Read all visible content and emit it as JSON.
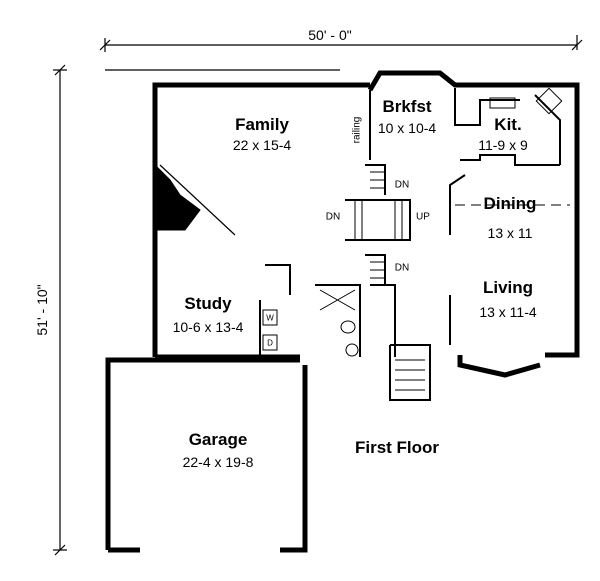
{
  "plan": {
    "title": "First Floor",
    "overall_width": "50' - 0\"",
    "overall_depth": "51' - 10\"",
    "rooms": [
      {
        "name": "Family",
        "size": "22 x 15-4"
      },
      {
        "name": "Brkfst",
        "size": "10 x 10-4"
      },
      {
        "name": "Kit.",
        "size": "11-9 x 9"
      },
      {
        "name": "Dining",
        "size": "13 x 11"
      },
      {
        "name": "Living",
        "size": "13 x 11-4"
      },
      {
        "name": "Study",
        "size": "10-6 x 13-4"
      },
      {
        "name": "Garage",
        "size": "22-4 x 19-8"
      }
    ],
    "annotations": {
      "railing": "railing",
      "stair_dn_1": "DN",
      "stair_dn_2": "DN",
      "stair_up": "UP",
      "stair_dn_3": "DN",
      "washer": "W",
      "dryer": "D"
    }
  }
}
